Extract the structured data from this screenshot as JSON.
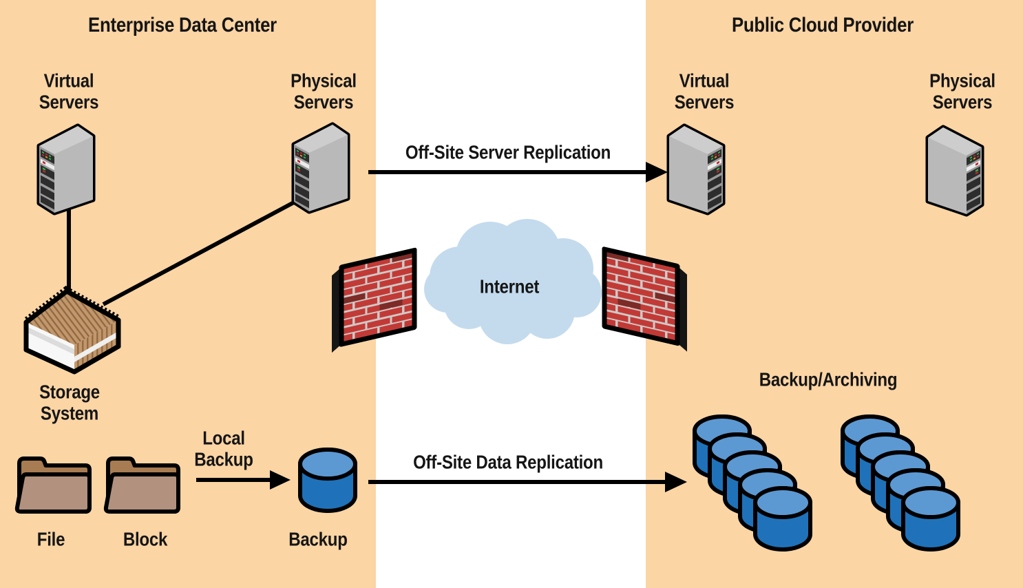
{
  "diagram": {
    "type": "hybrid-cloud-backup-architecture",
    "left_panel": {
      "title": "Enterprise Data Center",
      "virtual_servers_label": "Virtual Servers",
      "physical_servers_label": "Physical Servers",
      "storage_system_label": "Storage System",
      "file_label": "File",
      "block_label": "Block",
      "local_backup_label": "Local Backup",
      "backup_label": "Backup"
    },
    "network_zone": {
      "internet_label": "Internet",
      "server_replication_label": "Off-Site Server Replication",
      "data_replication_label": "Off-Site Data Replication"
    },
    "right_panel": {
      "title": "Public Cloud Provider",
      "virtual_servers_label": "Virtual Servers",
      "physical_servers_label": "Physical Servers",
      "backup_archiving_label": "Backup/Archiving"
    },
    "icons": [
      "server-tower-icon",
      "storage-array-icon",
      "folder-icon",
      "database-cylinder-icon",
      "firewall-brick-wall-icon",
      "internet-cloud-icon",
      "arrow-right-icon"
    ],
    "colors": {
      "panel_background": "#FBD5A4",
      "gap_background": "#FFFFFF",
      "server_gray": "#B9B9B9",
      "storage_slat_brown": "#C1976B",
      "folder_back_brown": "#A87C52",
      "folder_front_brown": "#B2917E",
      "cylinder_blue": "#1F72B9",
      "cylinder_top_blue": "#5C99D3",
      "firewall_red": "#C23A36",
      "firewall_dark_brick": "#7C2B27",
      "cloud_blue": "#C4DBEE",
      "line_black": "#000000"
    }
  }
}
